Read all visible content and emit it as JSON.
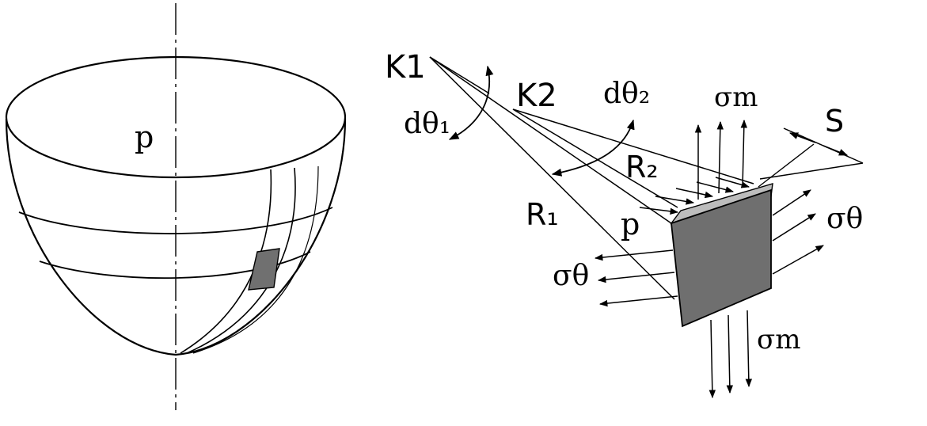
{
  "labels": {
    "pressure_left": "p",
    "center1": "K1",
    "center2": "K2",
    "angle1": "dθ₁",
    "angle2": "dθ₂",
    "radius1": "R₁",
    "radius2": "R₂",
    "pressure_right": "p",
    "sigma_m_top": "σm",
    "sigma_m_bottom": "σm",
    "sigma_theta_left": "σθ",
    "sigma_theta_right": "σθ",
    "thickness": "S"
  },
  "colors": {
    "ink": "#000000",
    "element_face": "#6f6f6f",
    "element_edge": "#bdbdbd",
    "background": "#ffffff"
  }
}
